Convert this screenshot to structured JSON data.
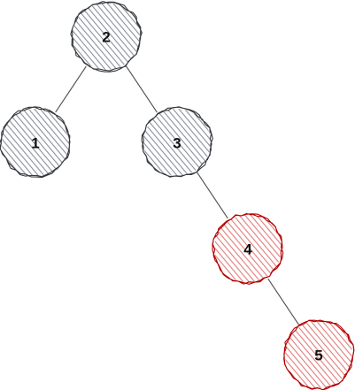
{
  "colors": {
    "default_stroke": "#36393d",
    "default_fill": "#b7bcc4",
    "highlight_stroke": "#b20000",
    "highlight_fill": "#e07c7c",
    "edge": "#555555",
    "label": "#111111"
  },
  "tree": {
    "nodes": [
      {
        "id": "n2",
        "label": "2",
        "highlighted": false
      },
      {
        "id": "n1",
        "label": "1",
        "highlighted": false
      },
      {
        "id": "n3",
        "label": "3",
        "highlighted": false
      },
      {
        "id": "n4",
        "label": "4",
        "highlighted": true
      },
      {
        "id": "n5",
        "label": "5",
        "highlighted": true
      }
    ],
    "edges": [
      {
        "from": "n2",
        "to": "n1"
      },
      {
        "from": "n2",
        "to": "n3"
      },
      {
        "from": "n3",
        "to": "n4"
      },
      {
        "from": "n4",
        "to": "n5"
      }
    ]
  }
}
